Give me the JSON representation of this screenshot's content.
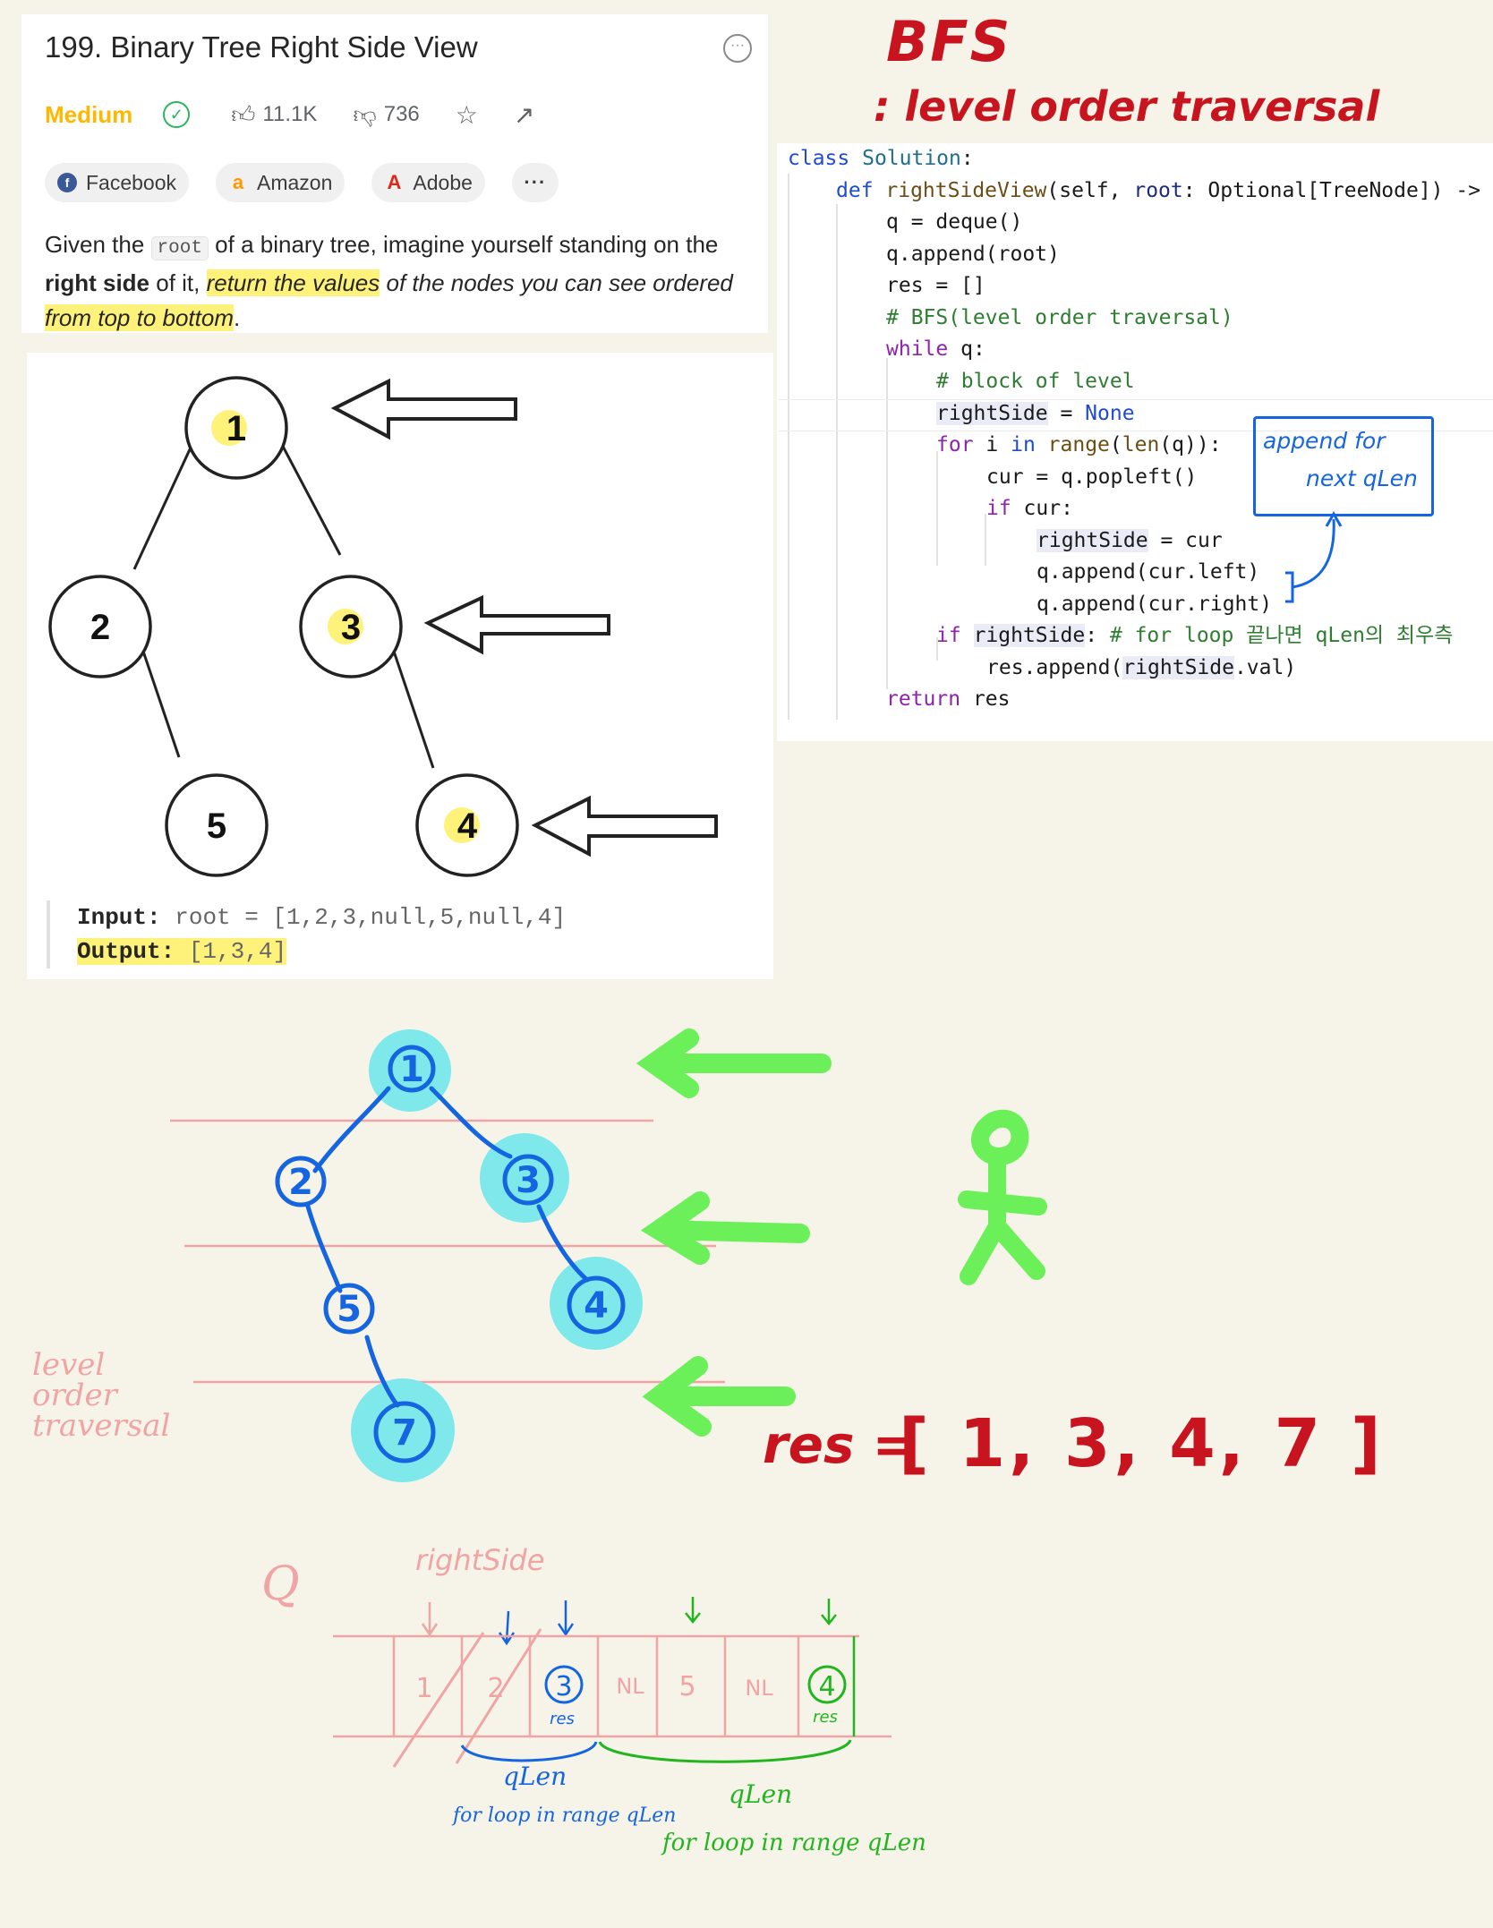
{
  "problem": {
    "title": "199. Binary Tree Right Side View",
    "difficulty": "Medium",
    "likes": "11.1K",
    "dislikes": "736",
    "tags": [
      "Facebook",
      "Amazon",
      "Adobe"
    ],
    "more_tags": "···",
    "desc_given": "Given the ",
    "desc_root": "root",
    "desc_mid": " of a binary tree, imagine yourself standing on the ",
    "desc_right_side": "right side",
    "desc_of_it": " of it, ",
    "desc_return": "return the values",
    "desc_nodes": " of the nodes you can see ordered ",
    "desc_top_bottom": "from top to bottom",
    "desc_end": "."
  },
  "example": {
    "nodes": [
      "1",
      "2",
      "3",
      "5",
      "4"
    ],
    "input_label": "Input:",
    "input_value": "root = [1,2,3,null,5,null,4]",
    "output_label": "Output:",
    "output_value": "[1,3,4]"
  },
  "notes": {
    "bfs": "BFS",
    "level_order": ": level order traversal",
    "box_line1": "append  for",
    "box_line2": "next  qLen",
    "level_side": "level order traversal",
    "res_label": "res =",
    "res_value": "[ 1, 3, 4, 7 ]",
    "drawn_nodes": [
      "1",
      "2",
      "3",
      "5",
      "4",
      "7"
    ],
    "q_label": "Q",
    "rightside_label": "rightSide",
    "queue_cells": [
      "1",
      "2",
      "3",
      "NL",
      "5",
      "NL",
      "4"
    ],
    "res_small": "res",
    "qlen": "qLen",
    "for_loop": "for loop in range qLen"
  },
  "code": {
    "l1a": "class ",
    "l1b": "Solution",
    "l1c": ":",
    "l2a": "def ",
    "l2b": "rightSideView",
    "l2c": "(self, ",
    "l2d": "root",
    "l2e": ": Optional[TreeNode]) ->",
    "l3": "q = deque()",
    "l4": "q.append(root)",
    "l5": "res = []",
    "l6": "# BFS(level order traversal)",
    "l7a": "while",
    "l7b": " q:",
    "l8": "# block of level",
    "l9a": "rightSide",
    "l9b": " = ",
    "l9c": "None",
    "l10a": "for",
    "l10b": " i ",
    "l10c": "in",
    "l10d": " ",
    "l10e": "range",
    "l10f": "(",
    "l10g": "len",
    "l10h": "(q)):",
    "l11": "cur = q.popleft()",
    "l12a": "if",
    "l12b": " cur:",
    "l13a": "rightSide",
    "l13b": " = cur",
    "l14": "q.append(cur.left)",
    "l15": "q.append(cur.right)",
    "l16a": "if",
    "l16b": " ",
    "l16c": "rightSide",
    "l16d": ": ",
    "l16e": "# for loop 끝나면 qLen의 최우측",
    "l17a": "res.append(",
    "l17b": "rightSide",
    "l17c": ".val)",
    "l18a": "return",
    "l18b": " res"
  },
  "colors": {
    "difficulty": "#ffb700",
    "highlight": "#fff27a",
    "handwriting_red": "#c8141e",
    "handwriting_blue": "#1565e0",
    "handwriting_green": "#22b51f",
    "marker_cyan": "#7ee8ea",
    "arrow_green": "#6cf05a",
    "level_lines": "#f0a4a4"
  }
}
